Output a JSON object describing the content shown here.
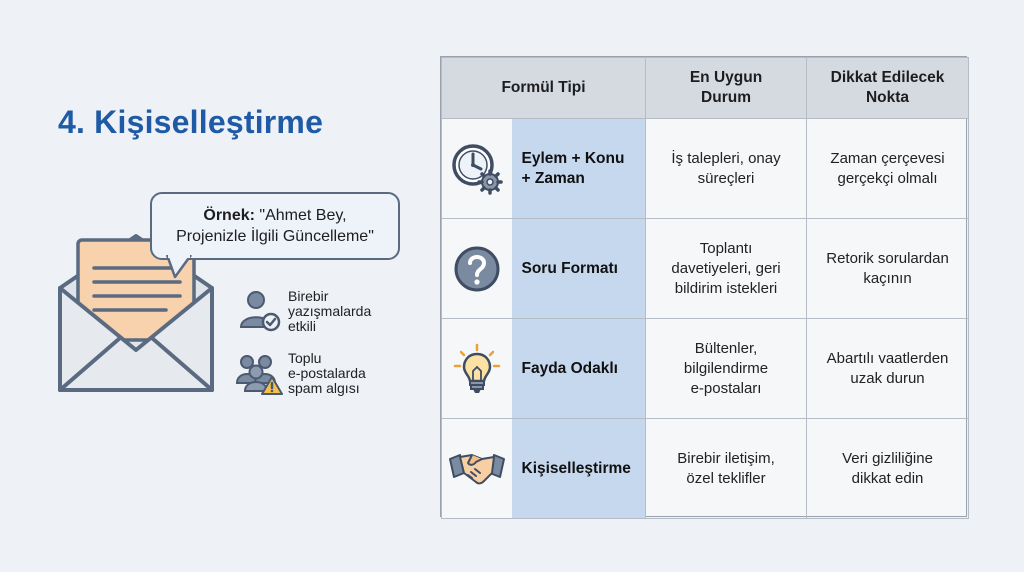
{
  "title": "4. Kişiselleştirme",
  "bubble": {
    "label": "Örnek:",
    "line1": "\"Ahmet Bey,",
    "line2": "Projenizle İlgili Güncelleme\""
  },
  "side_items": [
    {
      "icon": "user-check-icon",
      "lines": [
        "Birebir",
        "yazışmalarda",
        "etkili"
      ]
    },
    {
      "icon": "group-warning-icon",
      "lines": [
        "Toplu",
        "e-postalarda",
        "spam algısı"
      ]
    }
  ],
  "table": {
    "headers": {
      "type": "Formül Tipi",
      "usage": [
        "En Uygun",
        "Durum"
      ],
      "note": [
        "Dikkat Edilecek",
        "Nokta"
      ]
    },
    "rows": [
      {
        "icon": "clock-gear-icon",
        "type": [
          "Eylem + Konu",
          "+ Zaman"
        ],
        "usage": [
          "İş talepleri, onay",
          "süreçleri"
        ],
        "note": [
          "Zaman çerçevesi",
          "gerçekçi olmalı"
        ]
      },
      {
        "icon": "question-icon",
        "type": [
          "Soru Formatı"
        ],
        "usage": [
          "Toplantı",
          "davetiyeleri, geri",
          "bildirim istekleri"
        ],
        "note": [
          "Retorik sorulardan",
          "kaçının"
        ]
      },
      {
        "icon": "lightbulb-icon",
        "type": [
          "Fayda Odaklı"
        ],
        "usage": [
          "Bültenler,",
          "bilgilendirme",
          "e-postaları"
        ],
        "note": [
          "Abartılı vaatlerden",
          "uzak durun"
        ]
      },
      {
        "icon": "handshake-icon",
        "type": [
          "Kişiselleştirme"
        ],
        "usage": [
          "Birebir iletişim,",
          "özel teklifler"
        ],
        "note": [
          "Veri gizliliğine",
          "dikkat edin"
        ]
      }
    ]
  },
  "colors": {
    "title": "#1f5aa6",
    "type_column": "#c6d8ee",
    "header": "#d5dae1",
    "envelope": "#dfe4ea",
    "letter": "#f8d2ad"
  }
}
